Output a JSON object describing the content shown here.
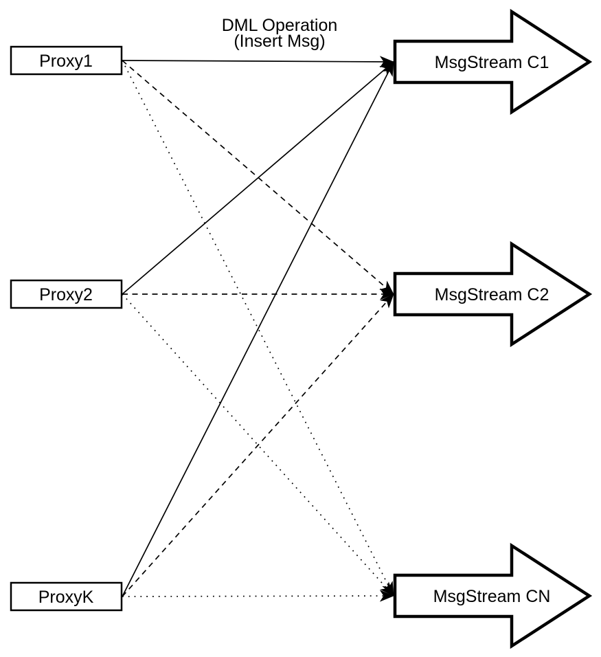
{
  "diagram": {
    "colors": {
      "background": "#ffffff",
      "stroke": "#000000",
      "node_fill": "#ffffff",
      "text": "#000000"
    },
    "edge_label": {
      "line1": "DML Operation",
      "line2": "(Insert Msg)"
    },
    "proxies": [
      {
        "label": "Proxy1"
      },
      {
        "label": "Proxy2"
      },
      {
        "label": "ProxyK"
      }
    ],
    "streams": [
      {
        "label": "MsgStream C1",
        "incoming_line_style": "solid"
      },
      {
        "label": "MsgStream C2",
        "incoming_line_style": "dashed"
      },
      {
        "label": "MsgStream CN",
        "incoming_line_style": "dotted"
      }
    ],
    "connections": [
      {
        "from": "Proxy1",
        "to": "MsgStream C1",
        "style": "solid"
      },
      {
        "from": "Proxy1",
        "to": "MsgStream C2",
        "style": "dashed"
      },
      {
        "from": "Proxy1",
        "to": "MsgStream CN",
        "style": "dotted"
      },
      {
        "from": "Proxy2",
        "to": "MsgStream C1",
        "style": "solid"
      },
      {
        "from": "Proxy2",
        "to": "MsgStream C2",
        "style": "dashed"
      },
      {
        "from": "Proxy2",
        "to": "MsgStream CN",
        "style": "dotted"
      },
      {
        "from": "ProxyK",
        "to": "MsgStream C1",
        "style": "solid"
      },
      {
        "from": "ProxyK",
        "to": "MsgStream C2",
        "style": "dashed"
      },
      {
        "from": "ProxyK",
        "to": "MsgStream CN",
        "style": "dotted"
      }
    ]
  }
}
